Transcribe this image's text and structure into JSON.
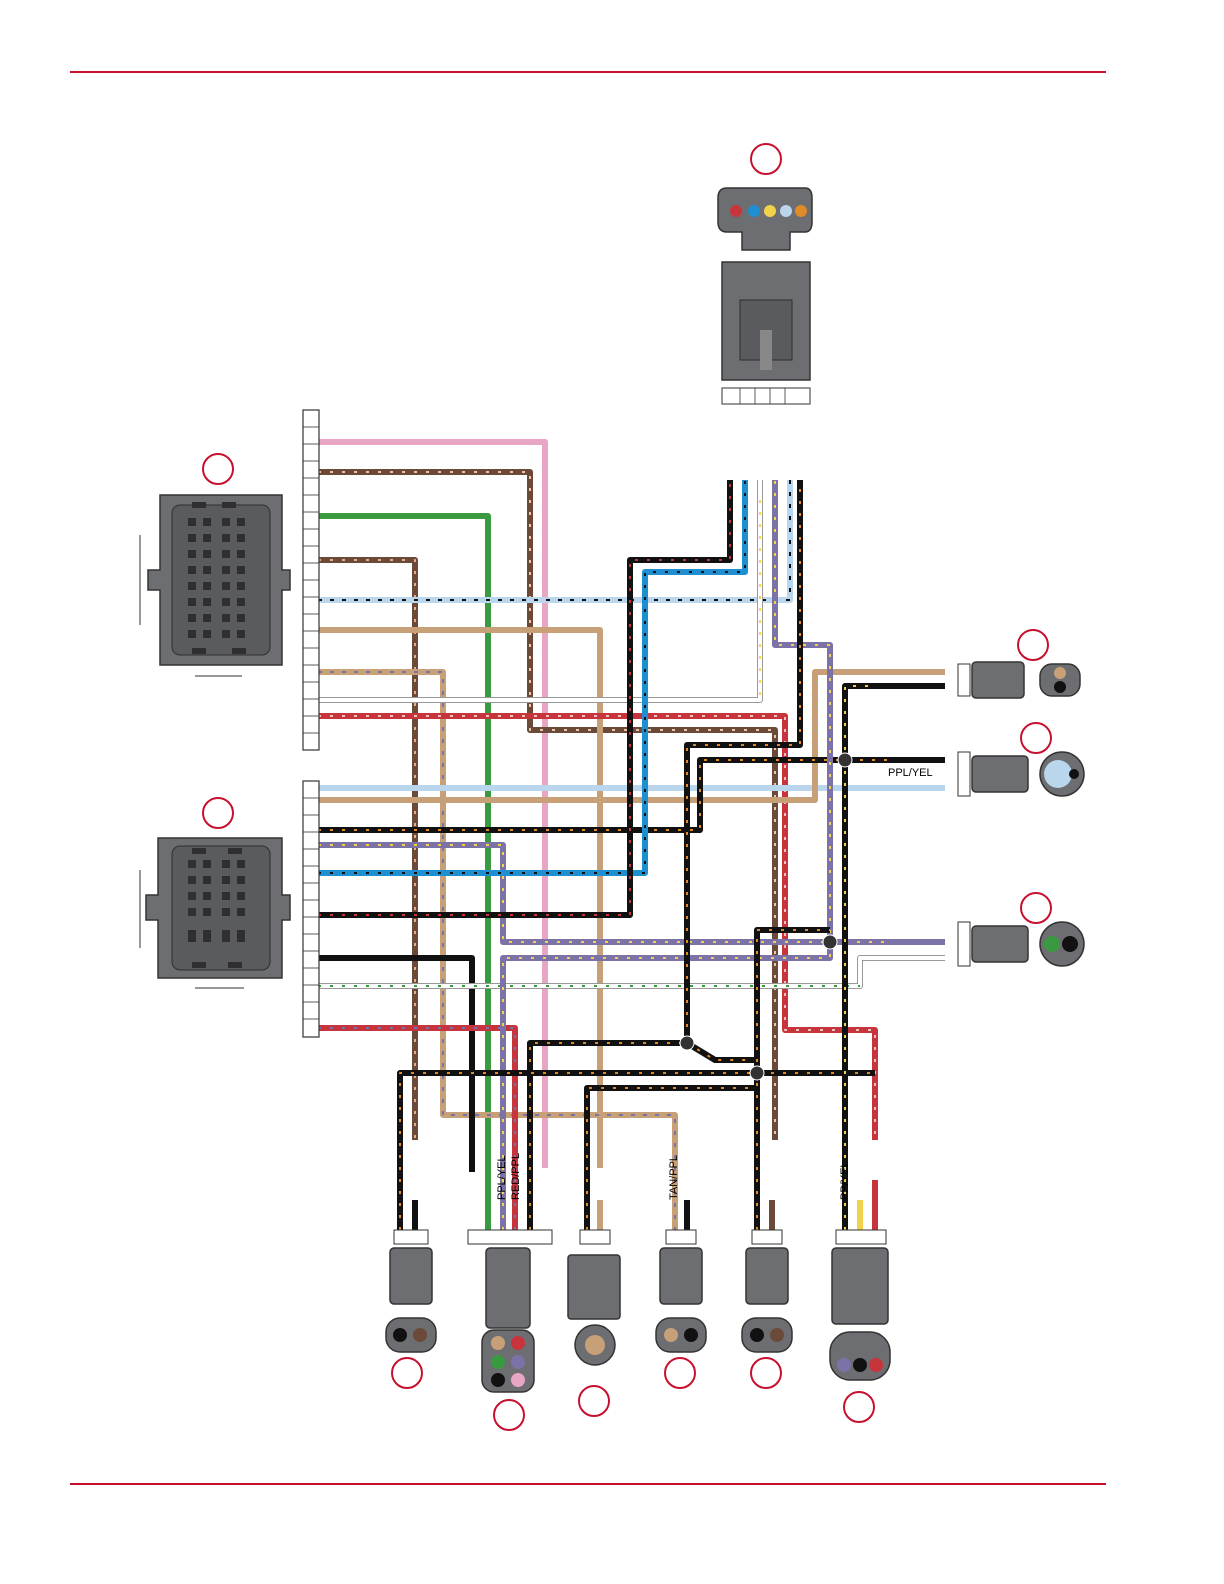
{
  "page": {
    "rule_color": "#c8102e"
  },
  "labels": {
    "ppl_yel_right": "PPL/YEL",
    "ppl_yel_bottom": "PPL/YEL",
    "red_ppl_bottom": "RED/PPL",
    "tan_ppl_bottom": "TAN/PPL",
    "pp_yel_bottom": "PP/YEL"
  },
  "colors": {
    "callout": "#c8102e",
    "connector_body": "#6d6e71",
    "connector_dark": "#4a4a4c",
    "pink": "#e8a6c4",
    "brown": "#6b4a3a",
    "green": "#3a9a3f",
    "light_blue": "#b9d6ec",
    "tan": "#c8a078",
    "white": "#ffffff",
    "red": "#c8343c",
    "black": "#111111",
    "purple": "#7b73a8",
    "blue": "#1e8fd0",
    "yellow": "#f2d24a",
    "orange": "#e08a2a"
  },
  "connectors": [
    {
      "name": "top-5-pin-connector"
    },
    {
      "name": "ecm-connector-a"
    },
    {
      "name": "ecm-connector-b"
    },
    {
      "name": "right-2-pin-connector"
    },
    {
      "name": "right-3-pin-connector-upper"
    },
    {
      "name": "right-3-pin-connector-lower"
    },
    {
      "name": "bottom-2-pin-connector-1"
    },
    {
      "name": "bottom-6-pin-connector"
    },
    {
      "name": "bottom-1-pin-connector"
    },
    {
      "name": "bottom-2-pin-connector-2"
    },
    {
      "name": "bottom-2-pin-connector-3"
    },
    {
      "name": "bottom-3-pin-connector"
    }
  ]
}
